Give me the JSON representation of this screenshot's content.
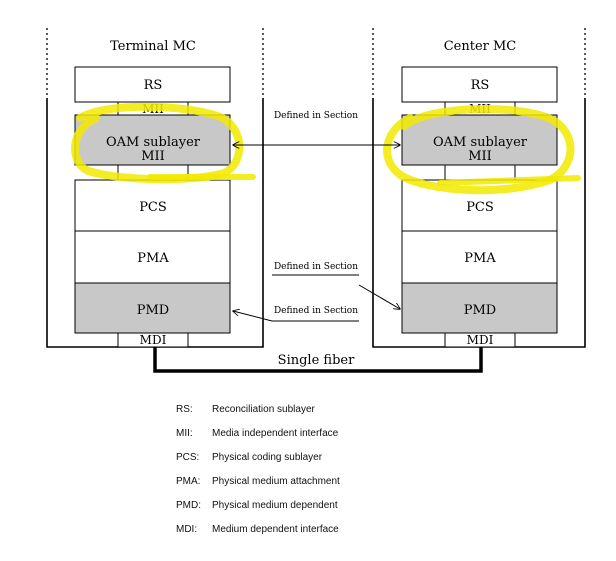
{
  "diagram": {
    "left_panel": {
      "title": "Terminal MC",
      "rs": "RS",
      "mii_top": "MII",
      "oam_line1": "OAM sublayer",
      "oam_line2": "MII",
      "pcs": "PCS",
      "pma": "PMA",
      "pmd": "PMD",
      "mdi": "MDI"
    },
    "right_panel": {
      "title": "Center MC",
      "rs": "RS",
      "mii_top": "MII",
      "oam_line1": "OAM sublayer",
      "oam_line2": "MII",
      "pcs": "PCS",
      "pma": "PMA",
      "pmd": "PMD",
      "mdi": "MDI"
    },
    "annotations": {
      "oam_link": "Defined in Section",
      "pmd_top": "Defined in Section",
      "pmd_bottom": "Defined in Section"
    },
    "fiber_label": "Single fiber",
    "colors": {
      "highlight": "#f2ea00",
      "box_fill_gray": "#c8c8c8",
      "line": "#000000"
    }
  },
  "legend": [
    {
      "abbr": "RS:",
      "desc": "Reconciliation sublayer"
    },
    {
      "abbr": "MII:",
      "desc": "Media independent interface"
    },
    {
      "abbr": "PCS:",
      "desc": "Physical coding sublayer"
    },
    {
      "abbr": "PMA:",
      "desc": "Physical medium attachment"
    },
    {
      "abbr": "PMD:",
      "desc": "Physical medium dependent"
    },
    {
      "abbr": "MDI:",
      "desc": "Medium dependent interface"
    }
  ]
}
